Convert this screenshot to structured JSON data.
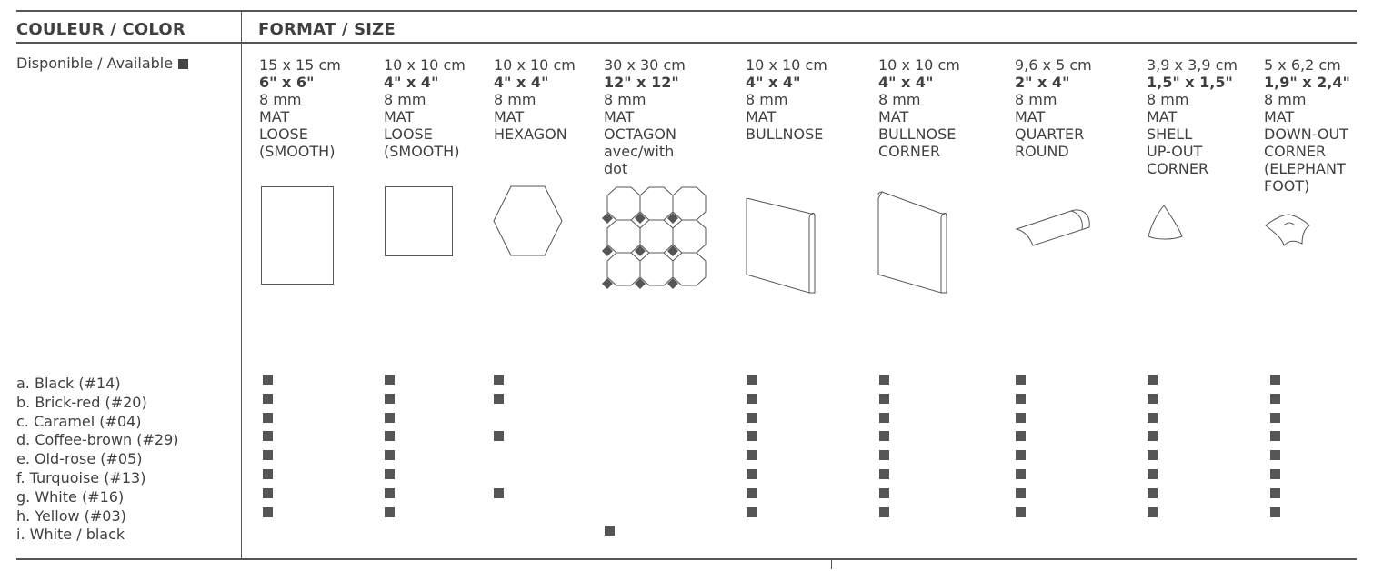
{
  "header": {
    "color_heading": "COULEUR / COLOR",
    "format_heading": "FORMAT / SIZE"
  },
  "availability_label": "Disponible / Available",
  "formats": [
    {
      "metric": "15 x 15 cm",
      "imperial": "6\" x 6\"",
      "thickness": "8 mm",
      "finish": "MAT",
      "name_lines": [
        "LOOSE",
        "(SMOOTH)"
      ],
      "shape": "square-large-icon"
    },
    {
      "metric": "10 x 10 cm",
      "imperial": "4\" x 4\"",
      "thickness": "8 mm",
      "finish": "MAT",
      "name_lines": [
        "LOOSE",
        "(SMOOTH)"
      ],
      "shape": "square-small-icon"
    },
    {
      "metric": "10 x 10 cm",
      "imperial": "4\" x 4\"",
      "thickness": "8 mm",
      "finish": "MAT",
      "name_lines": [
        "HEXAGON"
      ],
      "shape": "hexagon-icon"
    },
    {
      "metric": "30 x 30 cm",
      "imperial": "12\" x 12\"",
      "thickness": "8 mm",
      "finish": "MAT",
      "name_lines": [
        "OCTAGON",
        "avec/with",
        "dot"
      ],
      "shape": "octagon-dot-icon"
    },
    {
      "metric": "10 x 10 cm",
      "imperial": "4\" x 4\"",
      "thickness": "8 mm",
      "finish": "MAT",
      "name_lines": [
        "BULLNOSE"
      ],
      "shape": "bullnose-icon"
    },
    {
      "metric": "10 x 10 cm",
      "imperial": "4\" x 4\"",
      "thickness": "8 mm",
      "finish": "MAT",
      "name_lines": [
        "BULLNOSE",
        "CORNER"
      ],
      "shape": "bullnose-corner-icon"
    },
    {
      "metric": "9,6 x 5 cm",
      "imperial": "2\" x 4\"",
      "thickness": "8 mm",
      "finish": "MAT",
      "name_lines": [
        "QUARTER",
        "ROUND"
      ],
      "shape": "quarter-round-icon"
    },
    {
      "metric": "3,9 x 3,9 cm",
      "imperial": "1,5\" x 1,5\"",
      "thickness": "8 mm",
      "finish": "MAT",
      "name_lines": [
        "SHELL",
        "UP-OUT",
        "CORNER"
      ],
      "shape": "shell-corner-icon"
    },
    {
      "metric": "5 x 6,2 cm",
      "imperial": "1,9\" x 2,4\"",
      "thickness": "8 mm",
      "finish": "MAT",
      "name_lines": [
        "DOWN-OUT",
        "CORNER",
        "(ELEPHANT",
        "FOOT)"
      ],
      "shape": "elephant-foot-icon"
    }
  ],
  "colors": [
    {
      "label": "a.  Black (#14)",
      "available": [
        0,
        1,
        2,
        4,
        5,
        6,
        7,
        8
      ]
    },
    {
      "label": "b.  Brick-red (#20)",
      "available": [
        0,
        1,
        2,
        4,
        5,
        6,
        7,
        8
      ]
    },
    {
      "label": "c.  Caramel (#04)",
      "available": [
        0,
        1,
        4,
        5,
        6,
        7,
        8
      ]
    },
    {
      "label": "d.  Coffee-brown (#29)",
      "available": [
        0,
        1,
        2,
        4,
        5,
        6,
        7,
        8
      ]
    },
    {
      "label": "e.  Old-rose (#05)",
      "available": [
        0,
        1,
        4,
        5,
        6,
        7,
        8
      ]
    },
    {
      "label": "f.  Turquoise (#13)",
      "available": [
        0,
        1,
        4,
        5,
        6,
        7,
        8
      ]
    },
    {
      "label": "g.  White (#16)",
      "available": [
        0,
        1,
        2,
        4,
        5,
        6,
        7,
        8
      ]
    },
    {
      "label": "h.  Yellow (#03)",
      "available": [
        0,
        1,
        4,
        5,
        6,
        7,
        8
      ]
    },
    {
      "label": "i.   White / black",
      "available": [
        3
      ]
    }
  ],
  "style": {
    "text_color": "#404040",
    "rule_color": "#555555",
    "marker_color": "#555555"
  }
}
